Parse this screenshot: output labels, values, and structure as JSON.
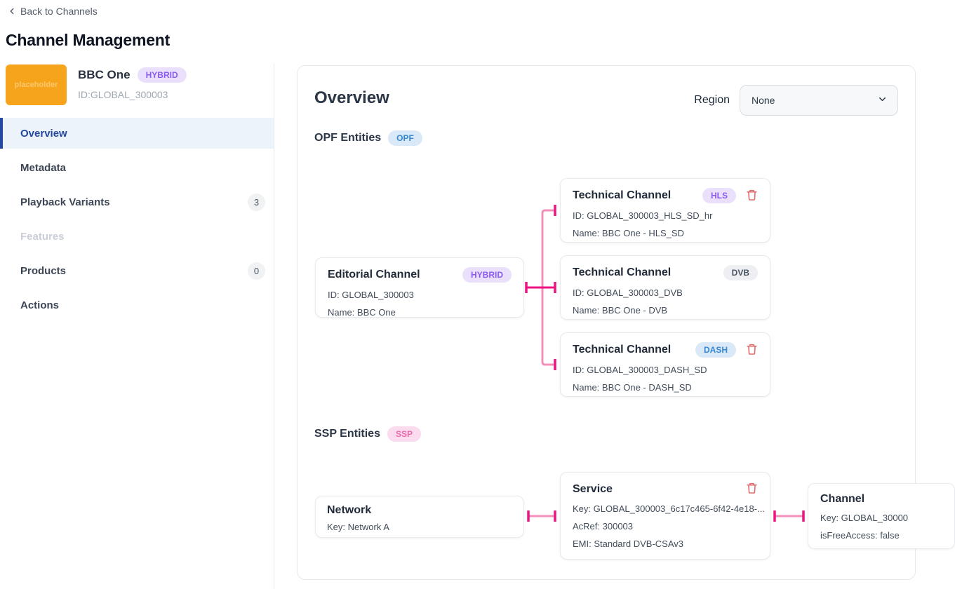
{
  "header": {
    "back_link": "Back to Channels",
    "title": "Channel Management"
  },
  "sidebar": {
    "channel": {
      "logo_text": "placeholder",
      "name": "BBC One",
      "type_badge": "HYBRID",
      "id_text": "ID:GLOBAL_300003"
    },
    "items": [
      {
        "label": "Overview"
      },
      {
        "label": "Metadata"
      },
      {
        "label": "Playback Variants",
        "count": "3"
      },
      {
        "label": "Features"
      },
      {
        "label": "Products",
        "count": "0"
      },
      {
        "label": "Actions"
      }
    ]
  },
  "main": {
    "title": "Overview",
    "region": {
      "label": "Region",
      "value": "None"
    },
    "opf": {
      "heading": "OPF Entities",
      "badge": "OPF",
      "editorial": {
        "title": "Editorial Channel",
        "badge": "HYBRID",
        "id": "ID: GLOBAL_300003",
        "name": "Name: BBC One"
      },
      "technical": [
        {
          "title": "Technical Channel",
          "badge": "HLS",
          "id": "ID: GLOBAL_300003_HLS_SD_hr",
          "name": "Name: BBC One - HLS_SD"
        },
        {
          "title": "Technical Channel",
          "badge": "DVB",
          "id": "ID: GLOBAL_300003_DVB",
          "name": "Name: BBC One - DVB"
        },
        {
          "title": "Technical Channel",
          "badge": "DASH",
          "id": "ID: GLOBAL_300003_DASH_SD",
          "name": "Name: BBC One - DASH_SD"
        }
      ]
    },
    "ssp": {
      "heading": "SSP Entities",
      "badge": "SSP",
      "network": {
        "title": "Network",
        "key": "Key: Network A"
      },
      "service": {
        "title": "Service",
        "key": "Key: GLOBAL_300003_6c17c465-6f42-4e18-...",
        "acref": "AcRef: 300003",
        "emi": "EMI: Standard DVB-CSAv3"
      },
      "channel": {
        "title": "Channel",
        "key": "Key: GLOBAL_30000",
        "access": "isFreeAccess: false"
      }
    }
  },
  "colors": {
    "accent_pink": "#EC1480",
    "light_pink": "#F48FBB",
    "active_blue": "#24489D",
    "badge_purple": "#8A5CF0",
    "badge_blue": "#3687D2",
    "badge_pink_text": "#EE67AD",
    "danger_red": "#E06969",
    "logo_orange": "#F6A41B"
  }
}
